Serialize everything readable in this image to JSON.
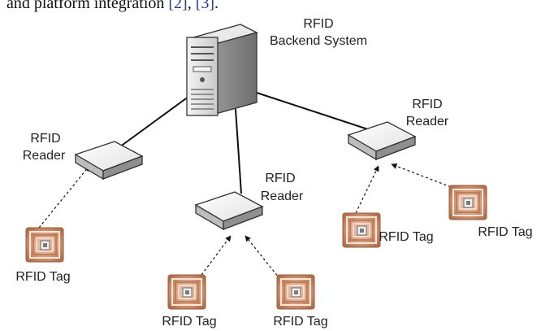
{
  "caption": {
    "prefix": "and platform integration ",
    "ref1": "[2]",
    "sep": ", ",
    "ref2": "[3]",
    "suffix": "."
  },
  "server": {
    "label_line1": "RFID",
    "label_line2": "Backend System"
  },
  "readers": [
    {
      "label_line1": "RFID",
      "label_line2": "Reader"
    },
    {
      "label_line1": "RFID",
      "label_line2": "Reader"
    },
    {
      "label_line1": "RFID",
      "label_line2": "Reader"
    }
  ],
  "tags": [
    {
      "label": "RFID Tag"
    },
    {
      "label": "RFID Tag"
    },
    {
      "label": "RFID Tag"
    },
    {
      "label": "RFID Tag"
    },
    {
      "label": "RFID Tag"
    }
  ],
  "colors": {
    "line": "#111111",
    "server_body": "#e6e6e6",
    "reader_body": "#f2f2f2",
    "tag_copper": "#c98b68"
  }
}
